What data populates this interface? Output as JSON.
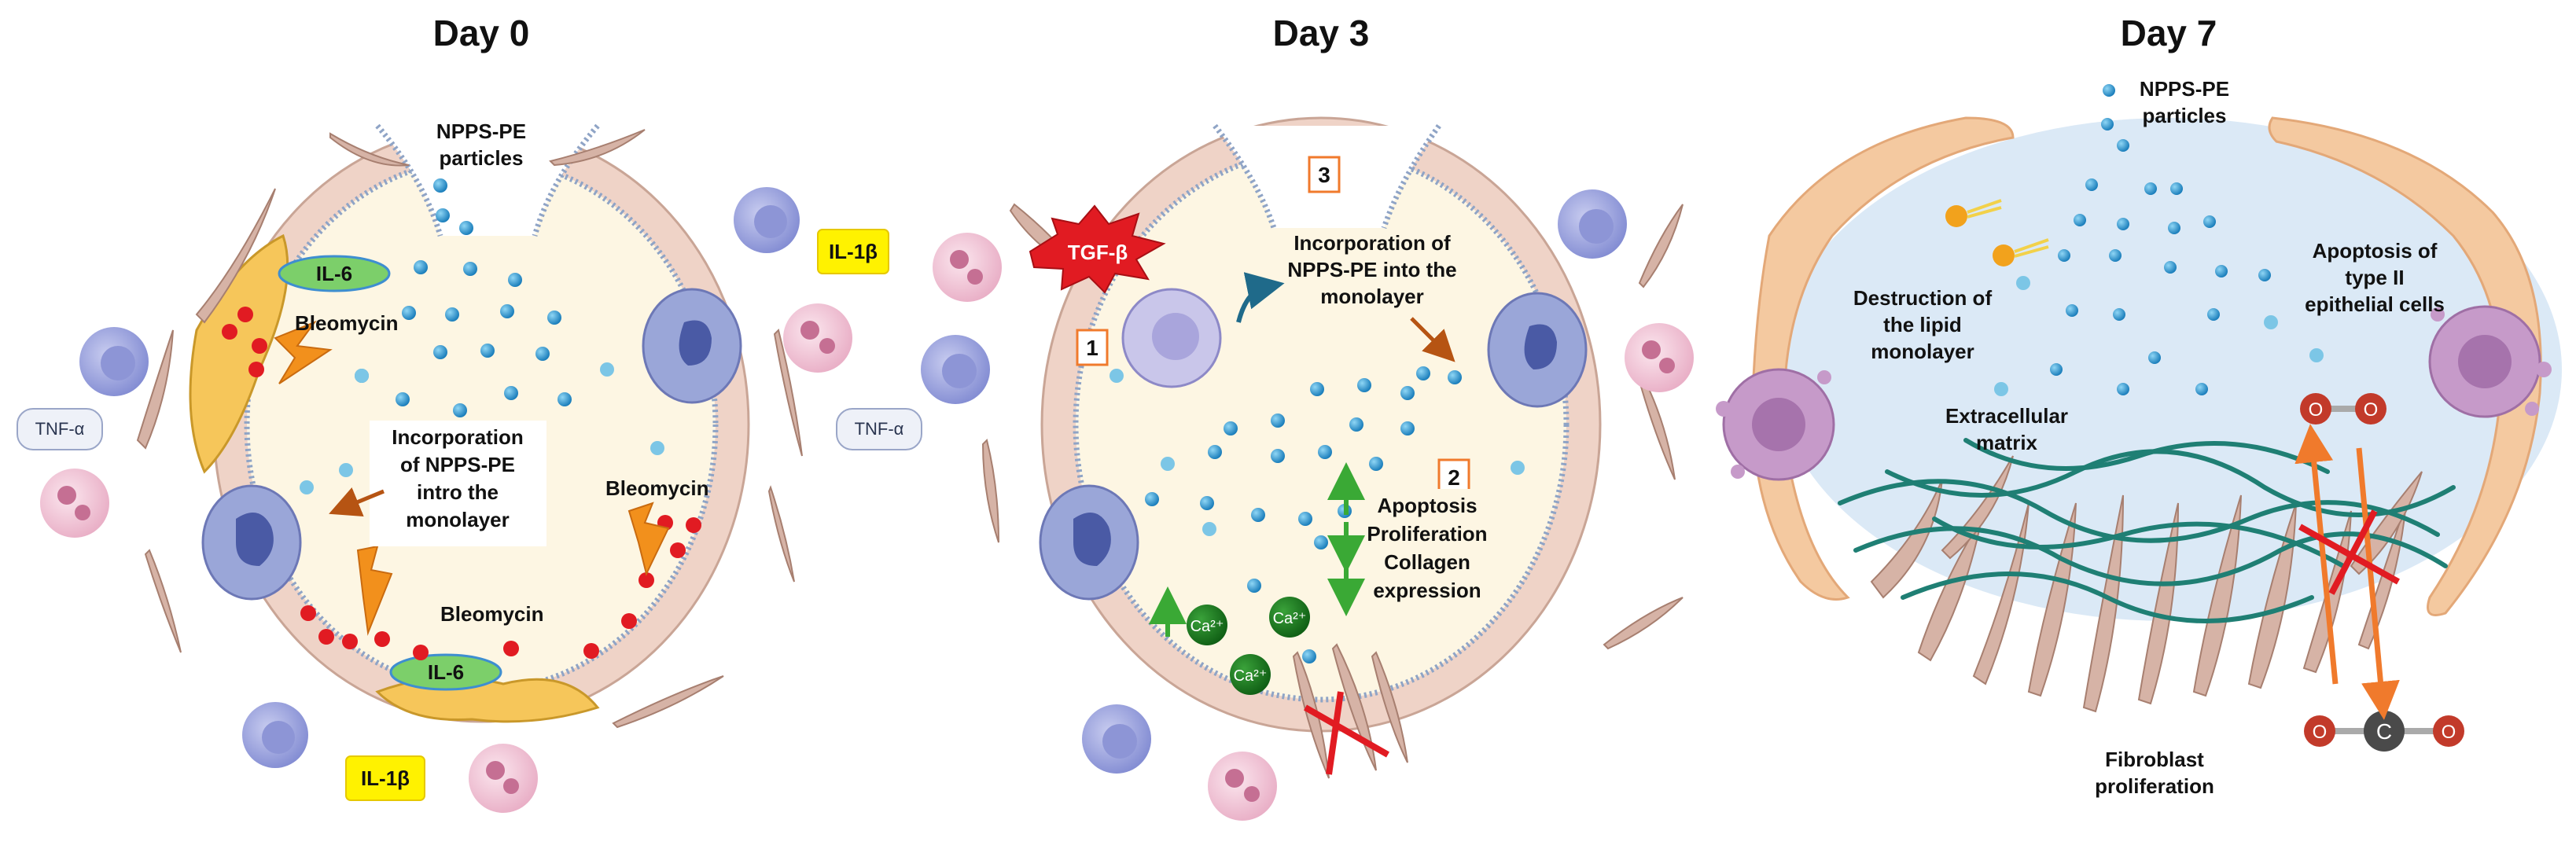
{
  "panels": [
    {
      "title": "Day 0",
      "particles_label": [
        "NPPS-PE",
        "particles"
      ],
      "il6_labels": [
        "IL-6",
        "IL-6"
      ],
      "il1b_labels": [
        "IL-1β",
        "IL-1β"
      ],
      "tnf_labels": [
        "TNF-α",
        "TNF-α"
      ],
      "bleomycin_labels": [
        "Bleomycin",
        "Bleomycin",
        "Bleomycin"
      ],
      "incorporation_label": [
        "Incorporation",
        "of NPPS-PE",
        "intro the",
        "monolayer"
      ]
    },
    {
      "title": "Day 3",
      "tgf_label": "TGF-β",
      "step_numbers": [
        "1",
        "2",
        "3"
      ],
      "incorporation_label": [
        "Incorporation of",
        "NPPS-PE into the",
        "monolayer"
      ],
      "effects_label": [
        "Apoptosis",
        "Proliferation",
        "Collagen",
        "expression"
      ],
      "calcium_labels": [
        "Ca²⁺",
        "Ca²⁺",
        "Ca²⁺"
      ]
    },
    {
      "title": "Day 7",
      "particles_label": [
        "NPPS-PE",
        "particles"
      ],
      "destruction_label": [
        "Destruction of",
        "the lipid",
        "monolayer"
      ],
      "apoptosis_label": [
        "Apoptosis of",
        "type II",
        "epithelial cells"
      ],
      "ecm_label": [
        "Extracellular",
        "matrix"
      ],
      "fibroblast_label": [
        "Fibroblast",
        "proliferation"
      ],
      "o2_atoms": [
        "O",
        "O"
      ],
      "co2_atoms": [
        "O",
        "C",
        "O"
      ]
    }
  ],
  "colors": {
    "particle": "#1f8fcb",
    "particle_light": "#7cc6e6",
    "bleomycin": "#e11b22",
    "bolt": "#f2901c",
    "il6": "#7ccf6a",
    "il1b": "#fff200",
    "arrow_green": "#3aa935",
    "arrow_orange": "#b65413",
    "alveolus_fill": "#fdf6e3",
    "day7_fill": "#dbe9f6"
  }
}
